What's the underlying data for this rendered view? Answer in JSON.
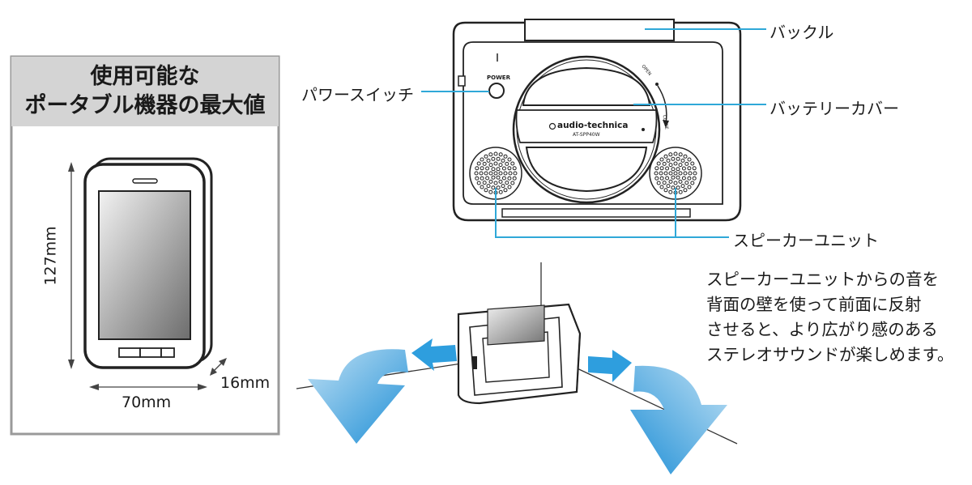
{
  "panel": {
    "title_line1": "使用可能な",
    "title_line2": "ポータブル機器の最大値",
    "height_dim": "127mm",
    "width_dim": "70mm",
    "depth_dim": "16mm"
  },
  "device": {
    "power_label": "POWER",
    "brand": "audio-technica",
    "model": "AT-SPP40W",
    "open_label": "OPEN",
    "close_label": "CLOSE"
  },
  "callouts": {
    "buckle": "バックル",
    "power_switch": "パワースイッチ",
    "battery_cover": "バッテリーカバー",
    "speaker_unit": "スピーカーユニット"
  },
  "description": {
    "line1": "スピーカーユニットからの音を",
    "line2": "背面の壁を使って前面に反射",
    "line3": "させると、より広がり感のある",
    "line4": "ステレオサウンドが楽しめます。"
  },
  "colors": {
    "callout_line": "#2fa8d8",
    "arrow_blue": "#1f8fd6",
    "panel_gray": "#d4d4d4",
    "panel_border": "#9a9a9a"
  }
}
